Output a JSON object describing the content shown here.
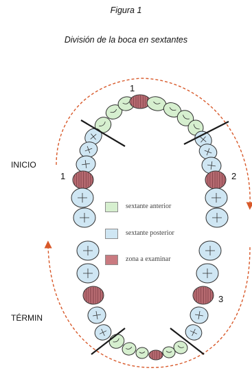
{
  "figure": {
    "label": "Figura 1",
    "title": "División de la boca en sextantes"
  },
  "side_labels": {
    "start": "INICIO",
    "end": "TÉRMIN"
  },
  "sextant_numbers": {
    "top": "1",
    "left": "1",
    "right": "2",
    "lower_right": "3"
  },
  "legend": [
    {
      "label": "sextante anterior",
      "color": "#d6efcf"
    },
    {
      "label": "sextante posterior",
      "color": "#cfe6f3"
    },
    {
      "label": "zona a examinar",
      "color": "#c97a80"
    }
  ],
  "colors": {
    "anterior_fill": "#d6efcf",
    "posterior_fill": "#cfe6f3",
    "exam_fill": "#c97a80",
    "tooth_outline": "#2f2f2f",
    "arrow": "#d8592a",
    "divider": "#1a1a1a"
  }
}
